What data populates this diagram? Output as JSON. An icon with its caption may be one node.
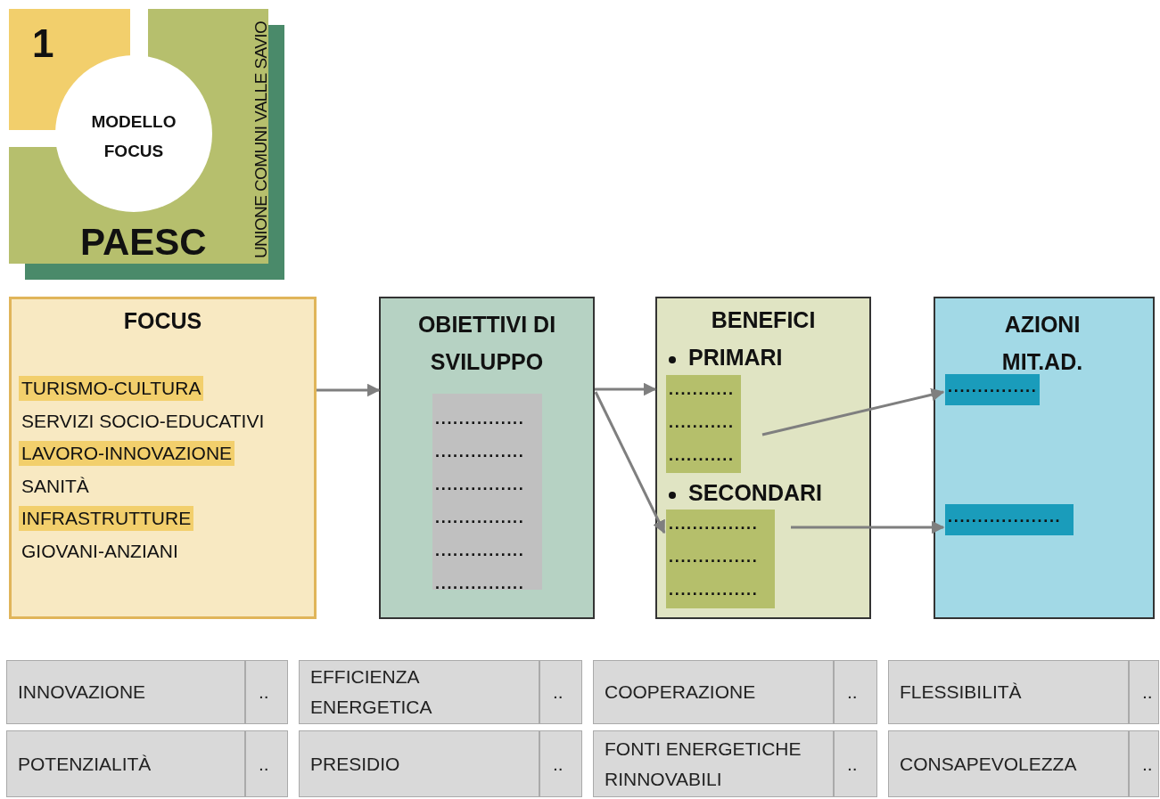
{
  "diagram": {
    "nodes": [
      {
        "text": [
          "1"
        ]
      },
      {
        "text": [
          "PAESC",
          "UNIONE COMUNI VALLE SAVIO"
        ]
      },
      {
        "text": [
          "MODELLO FOCUS"
        ]
      },
      {
        "text": [
          "FOCUS",
          "TURISMO-CULTURA",
          "SERVIZI SOCIO-EDUCATIVI",
          "LAVORO-INNOVAZIONE",
          "SANITÀ",
          "INFRASTRUTTURE",
          "GIOVANI-ANZIANI"
        ]
      },
      {
        "text": [
          "OBIETTIVI DI SVILUPPO"
        ]
      },
      {
        "text": [
          "...............",
          "...............",
          "...............",
          "...............",
          "...............",
          "..............."
        ],
        "in": 4
      },
      {
        "text": [
          "BENEFICI",
          "PRIMARI",
          "SECONDARI"
        ]
      },
      {
        "text": [
          "...........",
          "...........",
          "..........."
        ],
        "in": 6
      },
      {
        "text": [
          "...............",
          "...............",
          "..............."
        ],
        "in": 6
      },
      {
        "text": [
          "AZIONI MIT.AD."
        ]
      },
      {
        "text": [
          "..............."
        ],
        "in": 9
      },
      {
        "text": [
          "..................."
        ],
        "in": 9
      },
      {
        "text": [
          "INNOVAZIONE"
        ]
      },
      {
        "text": [
          ".."
        ]
      },
      {
        "text": [
          "EFFICIENZA ENERGETICA"
        ]
      },
      {
        "text": [
          ".."
        ]
      },
      {
        "text": [
          "COOPERAZIONE"
        ]
      },
      {
        "text": [
          ".."
        ]
      },
      {
        "text": [
          "FLESSIBILITÀ"
        ]
      },
      {
        "text": [
          ".."
        ]
      },
      {
        "text": [
          "POTENZIALITÀ"
        ]
      },
      {
        "text": [
          ".."
        ]
      },
      {
        "text": [
          "PRESIDIO"
        ]
      },
      {
        "text": [
          ".."
        ]
      },
      {
        "text": [
          "FONTI ENERGETICHE RINNOVABILI"
        ]
      },
      {
        "text": [
          ".."
        ]
      },
      {
        "text": [
          "CONSAPEVOLEZZA"
        ]
      },
      {
        "text": [
          ".."
        ]
      }
    ],
    "edges": [
      {
        "from": 3,
        "to": 4,
        "arrow": "to"
      },
      {
        "from": 4,
        "to": 6,
        "arrow": "to"
      },
      {
        "from": 4,
        "to": 8,
        "arrow": "to"
      },
      {
        "from": 7,
        "to": 10,
        "arrow": "to"
      },
      {
        "from": 8,
        "to": 11,
        "arrow": "to"
      }
    ]
  }
}
